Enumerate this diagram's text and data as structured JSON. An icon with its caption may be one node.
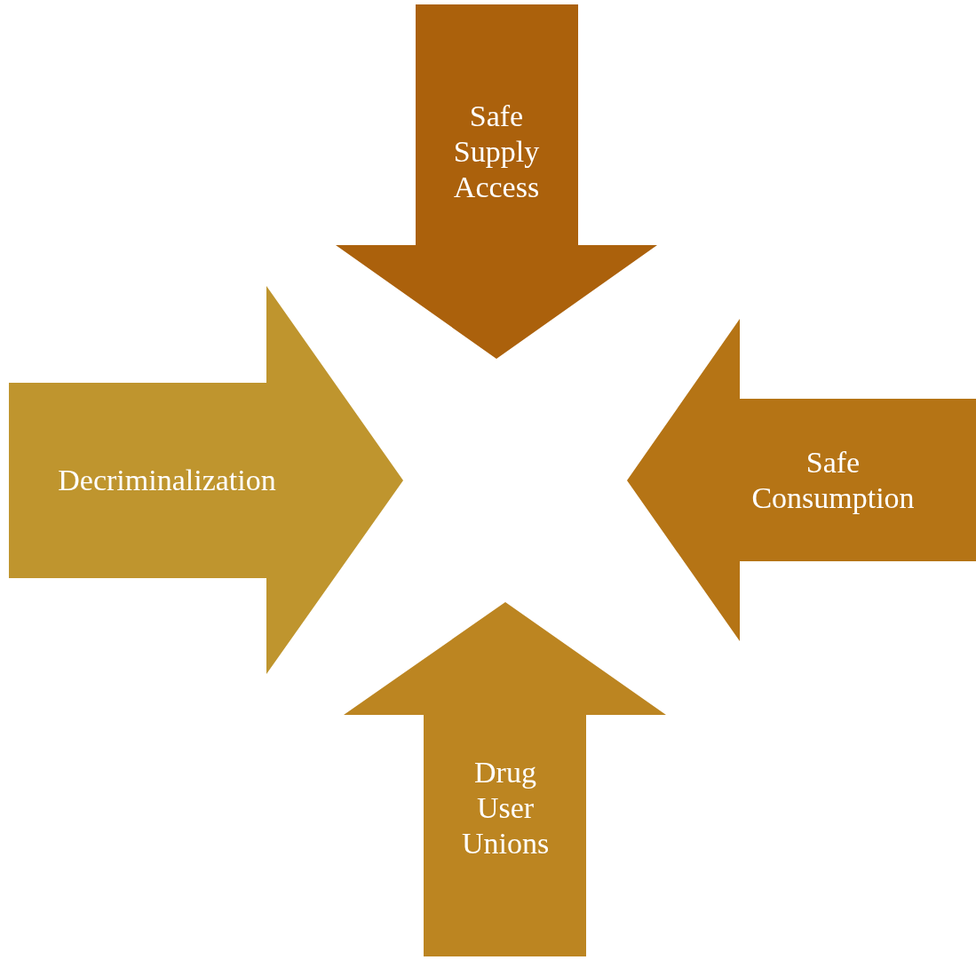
{
  "diagram": {
    "nodes": [
      {
        "text": [
          "Safe Supply Access"
        ]
      },
      {
        "text": [
          "Decriminalization"
        ]
      },
      {
        "text": [
          "Safe Consumption"
        ]
      },
      {
        "text": [
          "Drug User Unions"
        ]
      }
    ]
  }
}
